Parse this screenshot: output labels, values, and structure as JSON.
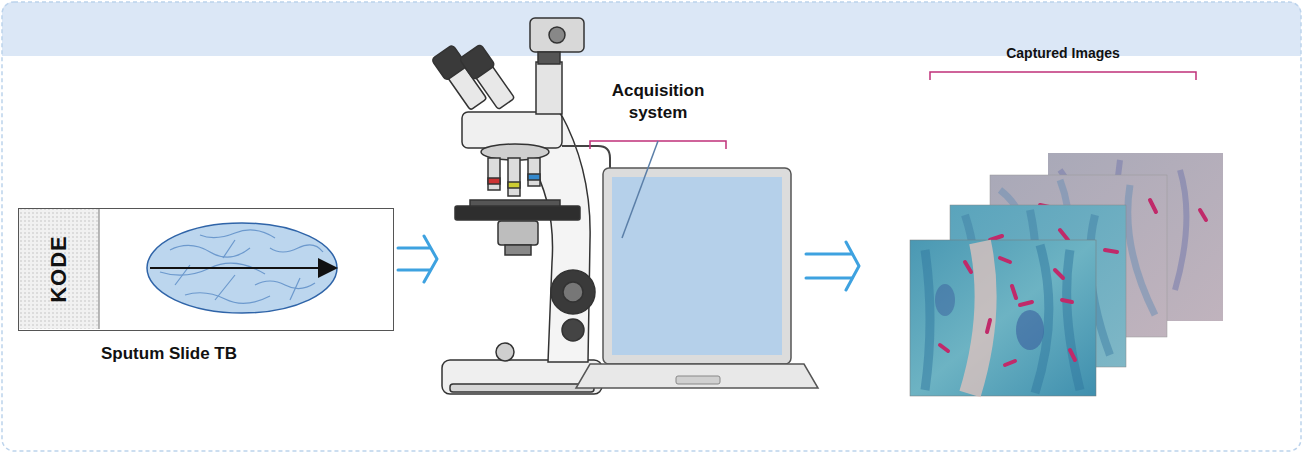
{
  "diagram": {
    "nodes": [
      {
        "text": [
          "KODE",
          "Sputum Slide TB"
        ]
      }
    ],
    "labels": [
      "Acquisition system",
      "Captured Images"
    ]
  }
}
